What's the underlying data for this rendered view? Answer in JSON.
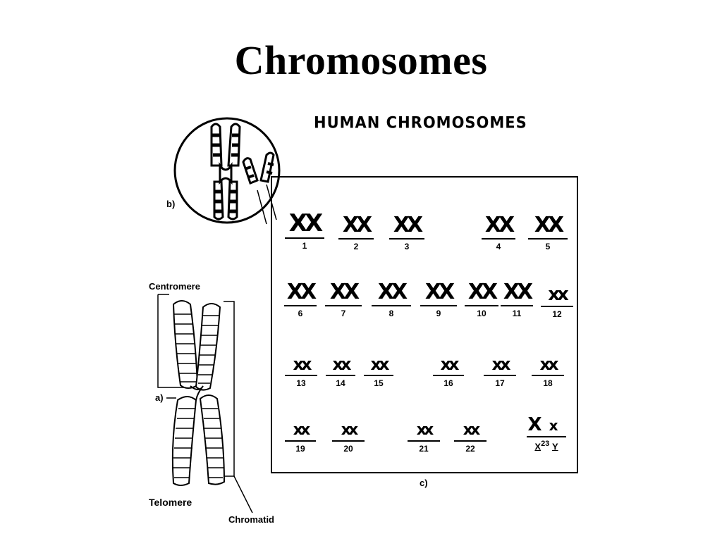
{
  "title": "Chromosomes",
  "figure_title": "HUMAN CHROMOSOMES",
  "labels": {
    "b": "b)",
    "a": "a)",
    "c": "c)",
    "centromere": "Centromere",
    "telomere": "Telomere",
    "chromatid": "Chromatid"
  },
  "karyotype": [
    {
      "id": "1",
      "glyph": "XX"
    },
    {
      "id": "2",
      "glyph": "XX"
    },
    {
      "id": "3",
      "glyph": "XX"
    },
    {
      "id": "4",
      "glyph": "XX"
    },
    {
      "id": "5",
      "glyph": "XX"
    },
    {
      "id": "6",
      "glyph": "XX"
    },
    {
      "id": "7",
      "glyph": "XX"
    },
    {
      "id": "8",
      "glyph": "XX"
    },
    {
      "id": "9",
      "glyph": "XX"
    },
    {
      "id": "10",
      "glyph": "XX"
    },
    {
      "id": "11",
      "glyph": "XX"
    },
    {
      "id": "12",
      "glyph": "xx"
    },
    {
      "id": "13",
      "glyph": "xx"
    },
    {
      "id": "14",
      "glyph": "xx"
    },
    {
      "id": "15",
      "glyph": "xx"
    },
    {
      "id": "16",
      "glyph": "xx"
    },
    {
      "id": "17",
      "glyph": "xx"
    },
    {
      "id": "18",
      "glyph": "xx"
    },
    {
      "id": "19",
      "glyph": "xx"
    },
    {
      "id": "20",
      "glyph": "xx"
    },
    {
      "id": "21",
      "glyph": "xx"
    },
    {
      "id": "22",
      "glyph": "xx"
    }
  ],
  "sex_chromosomes": {
    "number": "23",
    "x_label": "X",
    "y_label": "Y",
    "x_glyph": "X",
    "y_glyph": "x"
  }
}
